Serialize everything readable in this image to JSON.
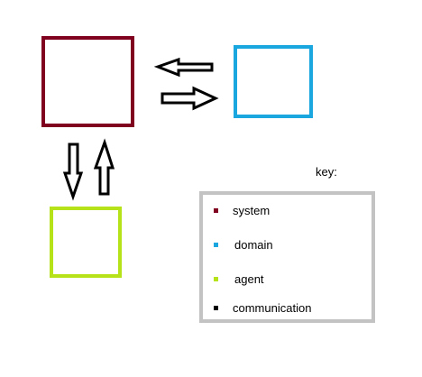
{
  "nodes": [
    {
      "id": "system",
      "color": "#800020"
    },
    {
      "id": "domain",
      "color": "#1aa7e0"
    },
    {
      "id": "agent",
      "color": "#b6e21a"
    }
  ],
  "edges": [
    {
      "from": "domain",
      "to": "system"
    },
    {
      "from": "system",
      "to": "domain"
    },
    {
      "from": "system",
      "to": "agent"
    },
    {
      "from": "agent",
      "to": "system"
    }
  ],
  "key": {
    "title": "key:",
    "items": [
      {
        "label": "system",
        "color": "#800020"
      },
      {
        "label": "domain",
        "color": "#1aa7e0"
      },
      {
        "label": "agent",
        "color": "#b6e21a"
      },
      {
        "label": "communication",
        "color": "#000000"
      }
    ]
  }
}
